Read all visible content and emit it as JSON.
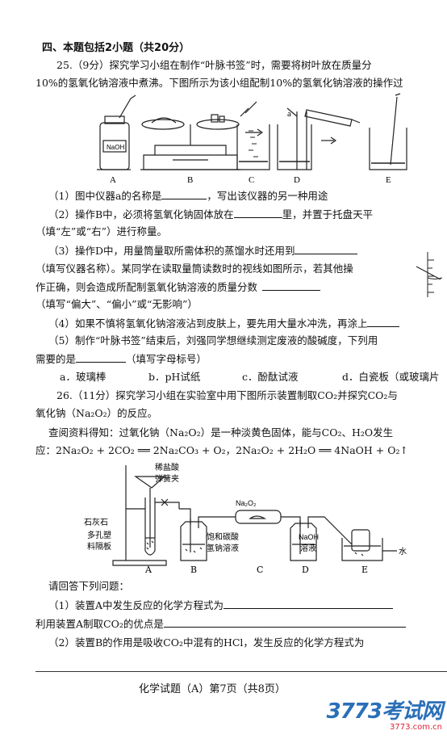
{
  "section": {
    "heading": "四、本题包括2小题（共20分）"
  },
  "q25": {
    "line1": "25.（9分）探究学习小组在制作“叶脉书签”时，需要将树叶放在质量分",
    "line2": "10%的氢氧化钠溶液中煮沸。下图所示为该小组配制10%的氢氧化钠溶液的操作过",
    "fig_labels": {
      "A": "A",
      "B": "B",
      "C": "C",
      "D": "D",
      "E": "E",
      "a": "a",
      "naoh_bottle": "NaOH"
    },
    "sub1": "（1）图中仪器a的名称是",
    "sub1b": "，写出该仪器的另一种用途",
    "sub2": "（2）操作B中，必须将氢氧化钠固体放在",
    "sub2b": "里，并置于托盘天平",
    "sub2c": "（填“左”或“右”）进行称量。",
    "sub3": "（3）操作D中，用量筒量取所需体积的蒸馏水时还用到",
    "sub3b": "（填写仪器名称）。某同学在读取量筒读数时的视线如图所示，若其他操",
    "sub3c": "作正确，则会造成所配制氢氧化钠溶液的质量分数",
    "sub3d": "（填写“偏大”、“偏小”或“无影响”）",
    "sub4": "（4）如果不慎将氢氧化钠溶液沾到皮肤上，要先用大量水冲洗，再涂上",
    "sub5": "（5）制作“叶脉书签”结束后，刘强同学想继续测定废液的酸碱度，下列用",
    "sub5b": "需要的是",
    "sub5c": "（填写字母标号）",
    "options": [
      "a．玻璃棒",
      "b．pH试纸",
      "c．酚酞试液",
      "d．白瓷板（或玻璃片"
    ]
  },
  "q26": {
    "line1": "26.（11分）探究学习小组在实验室中用下图所示装置制取CO₂并探究CO₂与",
    "line2": "氧化钠（Na₂O₂）的反应。",
    "info1": "查阅资料得知：过氧化钠（Na₂O₂）是一种淡黄色固体，能与CO₂、H₂O发生",
    "info2": "应：2Na₂O₂ + 2CO₂ ══ 2Na₂CO₃ + O₂，2Na₂O₂ + 2H₂O ══ 4NaOH + O₂↑",
    "fig_labels": {
      "acid": "稀盐酸",
      "clamp": "弹簧夹",
      "na2o2": "Na₂O₂",
      "limestone": "石灰石",
      "plate1": "多孔塑",
      "plate2": "料隔板",
      "sat1": "饱和碳酸",
      "sat2": "氢钠溶液",
      "naoh1": "NaOH",
      "naoh2": "溶液",
      "water": "水",
      "A": "A",
      "B": "B",
      "C": "C",
      "D": "D",
      "E": "E"
    },
    "prompt": "请回答下列问题：",
    "sub1": "（1）装置A中发生反应的化学方程式为",
    "sub1b": "利用装置A制取CO₂的优点是",
    "sub2": "（2）装置B的作用是吸收CO₂中混有的HCl，发生反应的化学方程式为"
  },
  "footer": {
    "text": "化学试题（A）第7页（共8页）"
  },
  "watermark": {
    "big": "3773考试网",
    "small": "3773.com.cn"
  }
}
